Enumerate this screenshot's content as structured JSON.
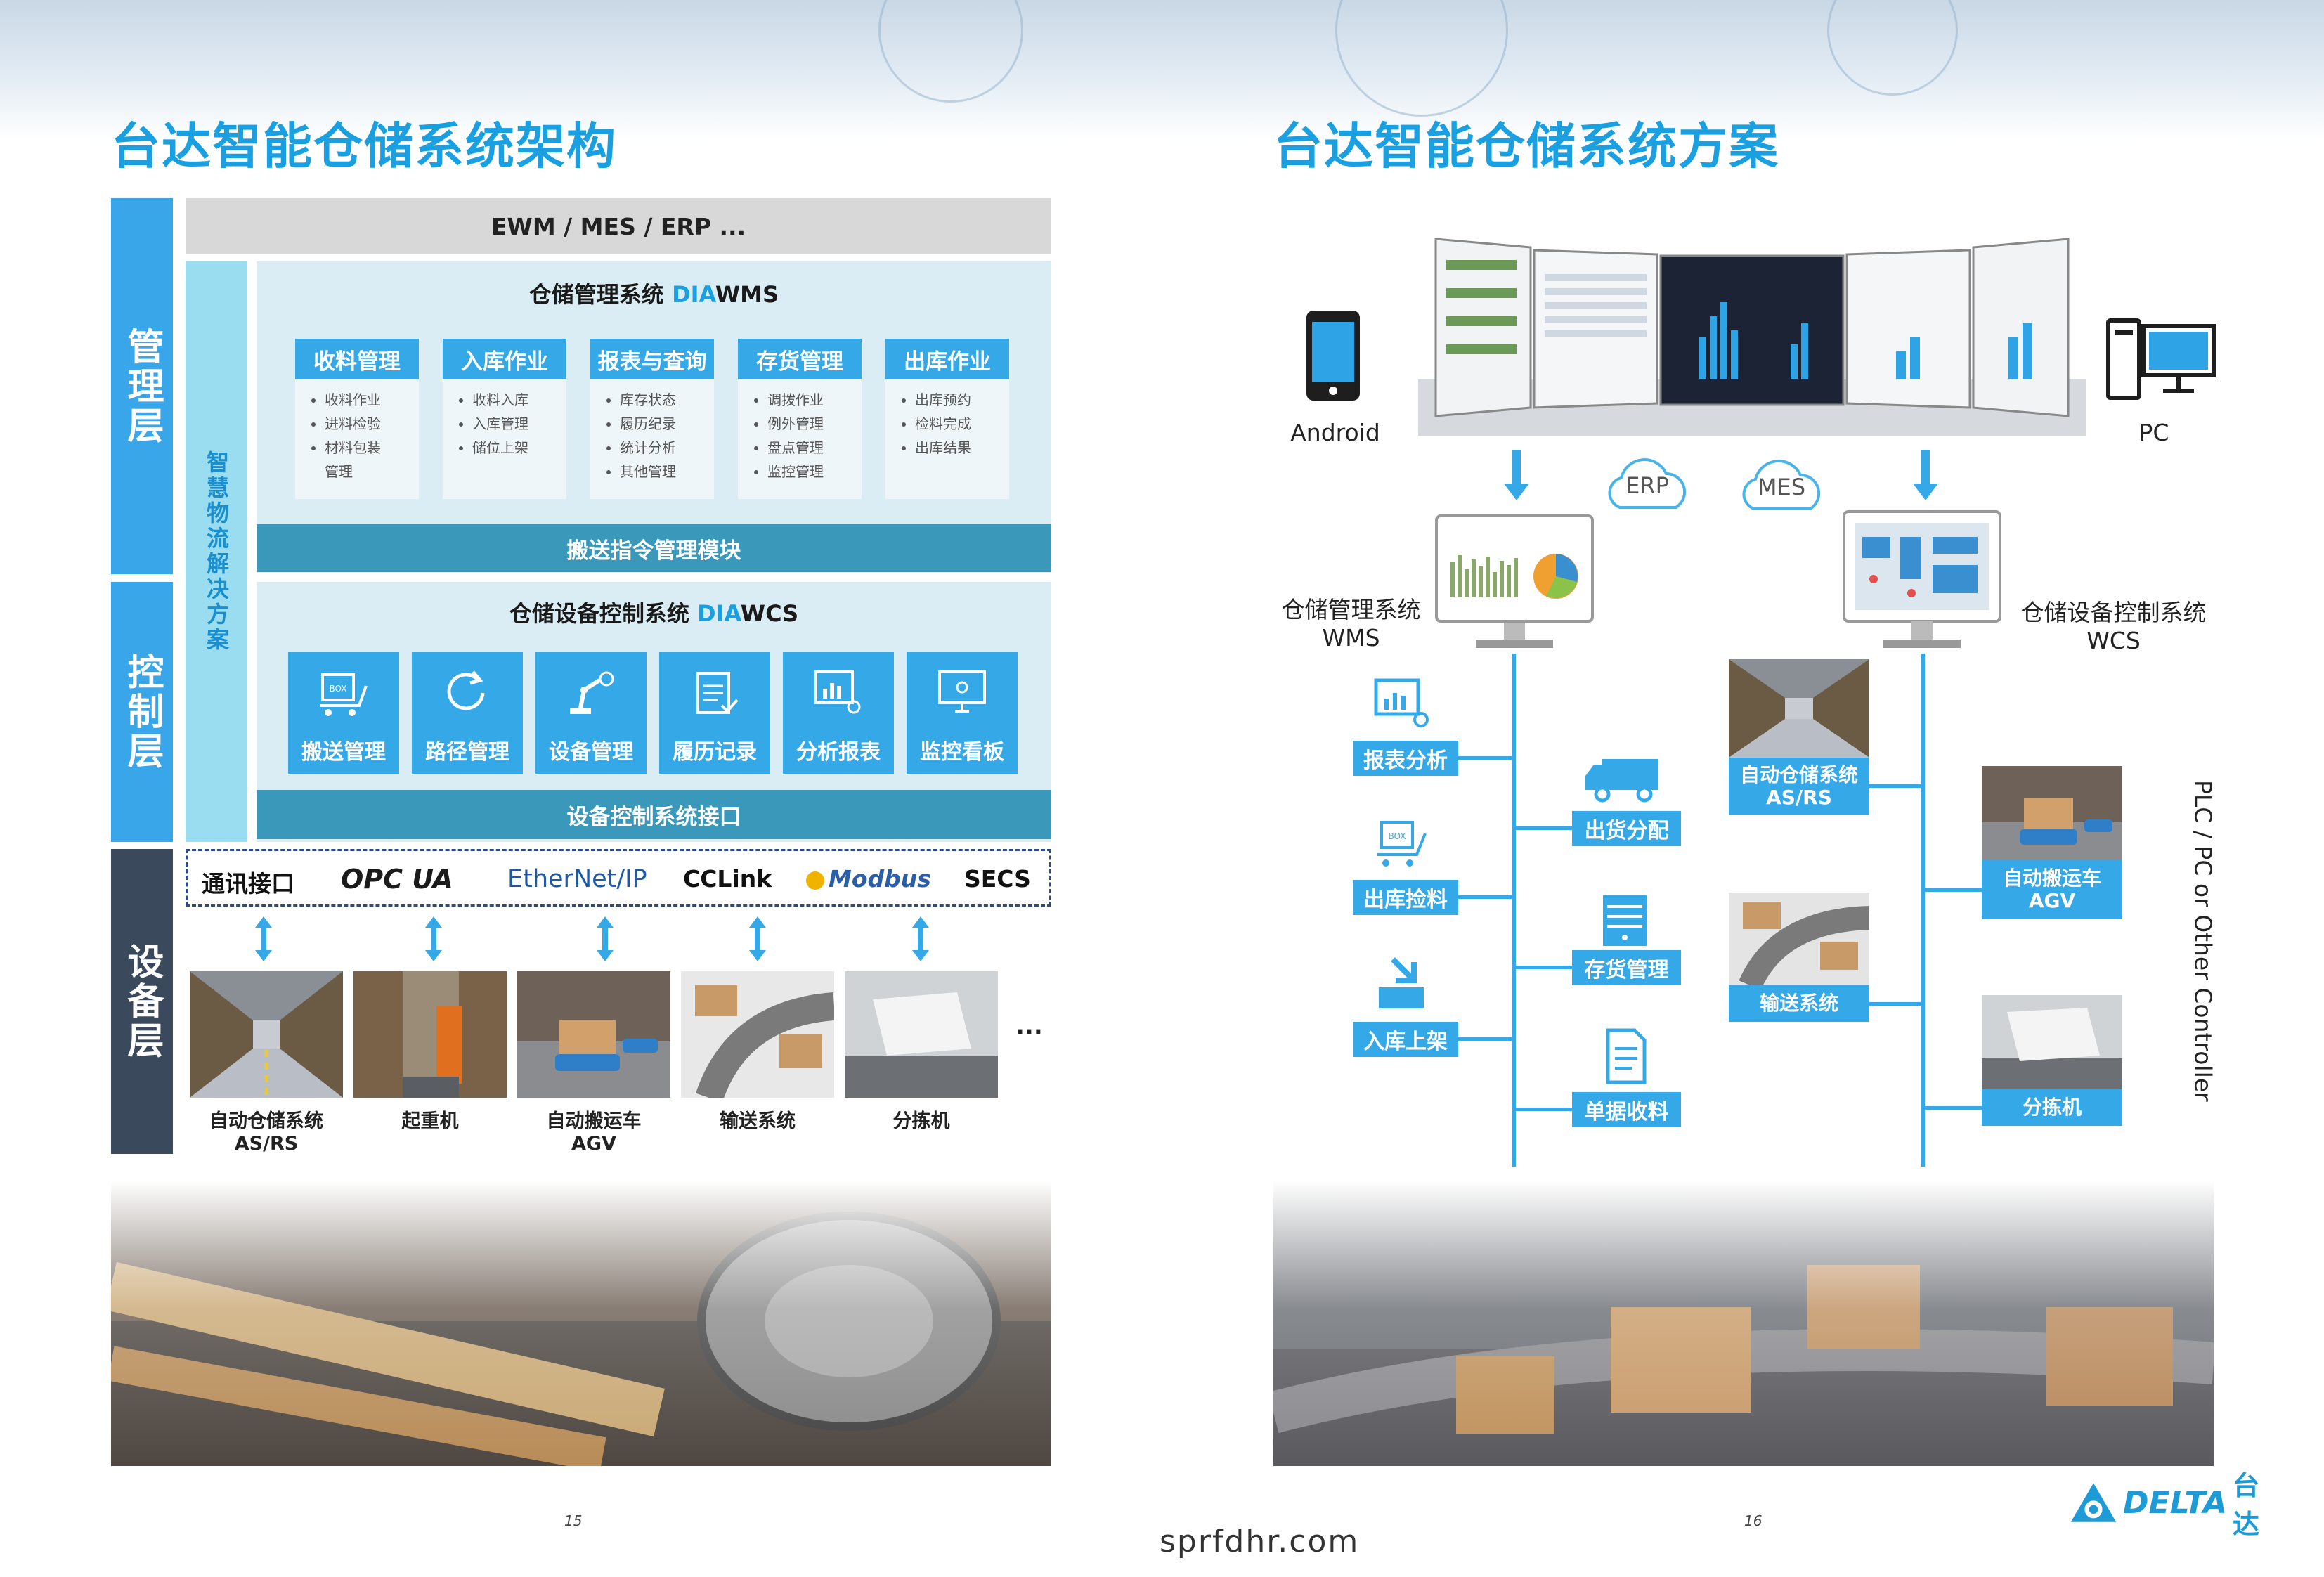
{
  "left": {
    "title": "台达智能仓储系统架构",
    "layers": {
      "management": "管理层",
      "control": "控制层",
      "device": "设备层"
    },
    "top_bar": "EWM / MES / ERP ...",
    "smart_logistics": "智慧物流解决方案",
    "wms": {
      "title_prefix": "仓储管理系统 ",
      "title_dia": "DIA",
      "title_suffix": "WMS",
      "modules": [
        {
          "name": "收料管理",
          "items": [
            "收料作业",
            "进料检验",
            "材料包装",
            "管理"
          ]
        },
        {
          "name": "入库作业",
          "items": [
            "收料入库",
            "入库管理",
            "储位上架"
          ]
        },
        {
          "name": "报表与查询",
          "items": [
            "库存状态",
            "履历纪录",
            "统计分析",
            "其他管理"
          ]
        },
        {
          "name": "存货管理",
          "items": [
            "调拨作业",
            "例外管理",
            "盘点管理",
            "监控管理"
          ]
        },
        {
          "name": "出库作业",
          "items": [
            "出库预约",
            "检料完成",
            "出库结果"
          ]
        }
      ],
      "bar": "搬送指令管理模块"
    },
    "wcs": {
      "title_prefix": "仓储设备控制系统 ",
      "title_dia": "DIA",
      "title_suffix": "WCS",
      "tiles": [
        "搬送管理",
        "路径管理",
        "设备管理",
        "履历记录",
        "分析报表",
        "监控看板"
      ],
      "bar": "设备控制系统接口"
    },
    "protocols": [
      "通讯接口",
      "OPC UA",
      "EtherNet/IP",
      "CCLink",
      "Modbus",
      "SECS"
    ],
    "devices": [
      {
        "line1": "自动仓储系统",
        "line2": "AS/RS"
      },
      {
        "line1": "起重机",
        "line2": ""
      },
      {
        "line1": "自动搬运车",
        "line2": "AGV"
      },
      {
        "line1": "输送系统",
        "line2": ""
      },
      {
        "line1": "分拣机",
        "line2": ""
      }
    ],
    "ellipsis": "...",
    "page_number": "15"
  },
  "right": {
    "title": "台达智能仓储系统方案",
    "android": "Android",
    "pc": "PC",
    "clouds": [
      "ERP",
      "MES"
    ],
    "wms_label": {
      "line1": "仓储管理系统",
      "line2": "WMS"
    },
    "wcs_label": {
      "line1": "仓储设备控制系统",
      "line2": "WCS"
    },
    "wms_left_funcs": [
      "报表分析",
      "出库捡料",
      "入库上架"
    ],
    "wms_right_funcs": [
      "出货分配",
      "存货管理",
      "单据收料"
    ],
    "wcs_left_eq": [
      {
        "line1": "自动仓储系统",
        "line2": "AS/RS"
      },
      {
        "line1": "输送系统",
        "line2": ""
      }
    ],
    "wcs_right_eq": [
      {
        "line1": "自动搬运车",
        "line2": "AGV"
      },
      {
        "line1": "分拣机",
        "line2": ""
      }
    ],
    "side_text": "PLC / PC or Other Controller",
    "page_number": "16"
  },
  "footer": {
    "url": "sprfdhr.com",
    "brand": "DELTA",
    "brand_cn": "台达"
  },
  "colors": {
    "accent": "#35a9e8",
    "title": "#1aa0e0",
    "bar": "#3a99bb",
    "management_layer": "#3aa6ea",
    "device_layer": "#3a4a5c",
    "brand": "#1e9ad6"
  }
}
